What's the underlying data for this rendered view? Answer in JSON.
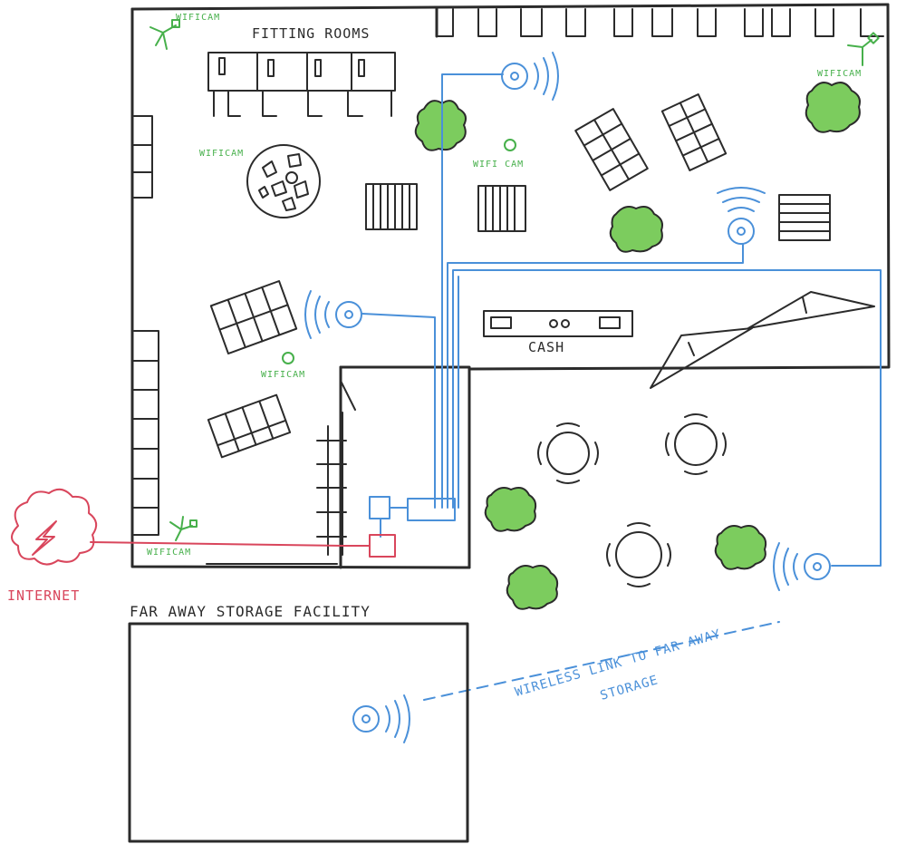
{
  "labels": {
    "fitting_rooms": "FITTING ROOMS",
    "cash": "CASH",
    "internet": "INTERNET",
    "storage_facility": "FAR AWAY STORAGE FACILITY",
    "wireless_link_line1": "WIRELESS LINK TO FAR AWAY",
    "wireless_link_line2": "STORAGE",
    "wificam": "WIFICAM",
    "wificam_spaced": "WIFI CAM"
  },
  "colors": {
    "walls": "#2b2b2b",
    "network": "#4a90d9",
    "internet": "#d9465c",
    "cameras": "#47b04b",
    "plants": "#7ccc5e"
  },
  "icons": [
    "wifi-access-point-icon",
    "wifi-camera-icon",
    "cloud-icon",
    "lightning-icon",
    "plant-icon",
    "table-icon",
    "clothing-rack-icon"
  ]
}
